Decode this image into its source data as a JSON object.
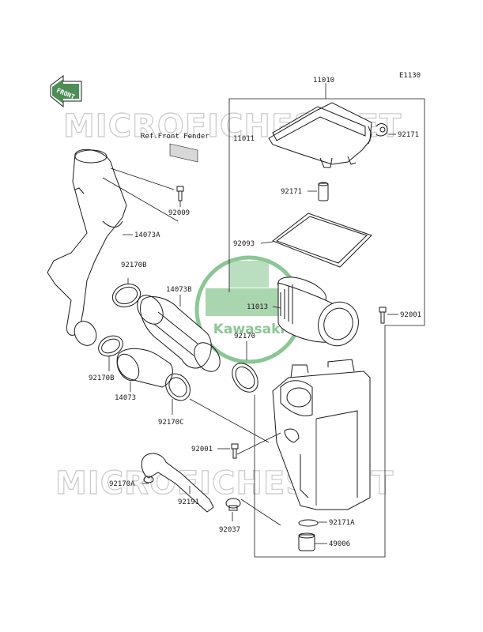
{
  "diagram_code": "E1130",
  "ref_note": "Ref.Front Fender",
  "front_arrow_label": "FRONT",
  "watermark_text": "MICROFICHES.NET",
  "logo_text": "Kawasaki",
  "parts": {
    "p11010": "11010",
    "p11011": "11011",
    "p92171_top": "92171",
    "p92171_mid": "92171",
    "p92093": "92093",
    "p11013": "11013",
    "p92001_right": "92001",
    "p92009": "92009",
    "p14073A": "14073A",
    "p92170B_top": "92170B",
    "p14073B": "14073B",
    "p92170": "92170",
    "p92170B_bottom": "92170B",
    "p14073": "14073",
    "p92170C": "92170C",
    "p92001_lower": "92001",
    "p92170A": "92170A",
    "p92191": "92191",
    "p92037": "92037",
    "p92171A": "92171A",
    "p49006": "49006"
  },
  "colors": {
    "line": "#1a1a1a",
    "watermark": "#c9c9c9",
    "logo_green": "#2e9a3e"
  }
}
